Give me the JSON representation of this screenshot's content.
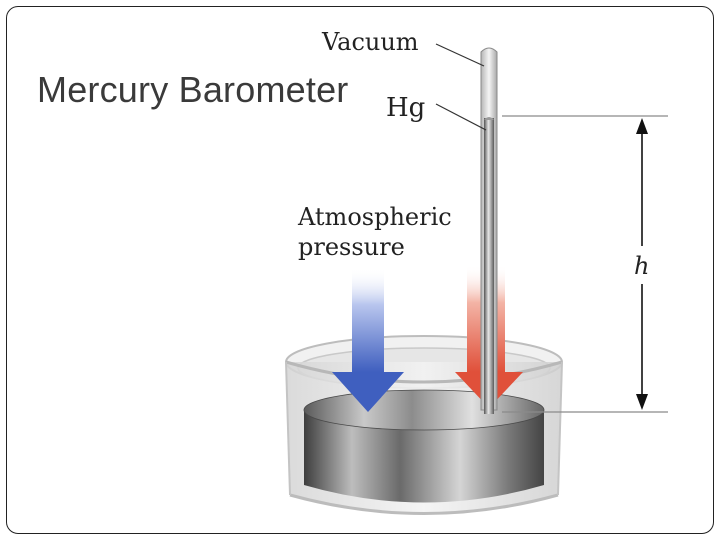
{
  "slide": {
    "title": "Mercury Barometer"
  },
  "diagram": {
    "labels": {
      "vacuum": "Vacuum",
      "hg": "Hg",
      "pressure_line1": "Atmospheric",
      "pressure_line2": "pressure",
      "height": "h"
    },
    "colors": {
      "blue_arrow": "#3f5fbf",
      "red_arrow": "#e0503a",
      "mercury": "#8a8a8a",
      "glass": "#d8d8d8",
      "border": "#222222",
      "title_text": "#3a3a3a"
    }
  }
}
